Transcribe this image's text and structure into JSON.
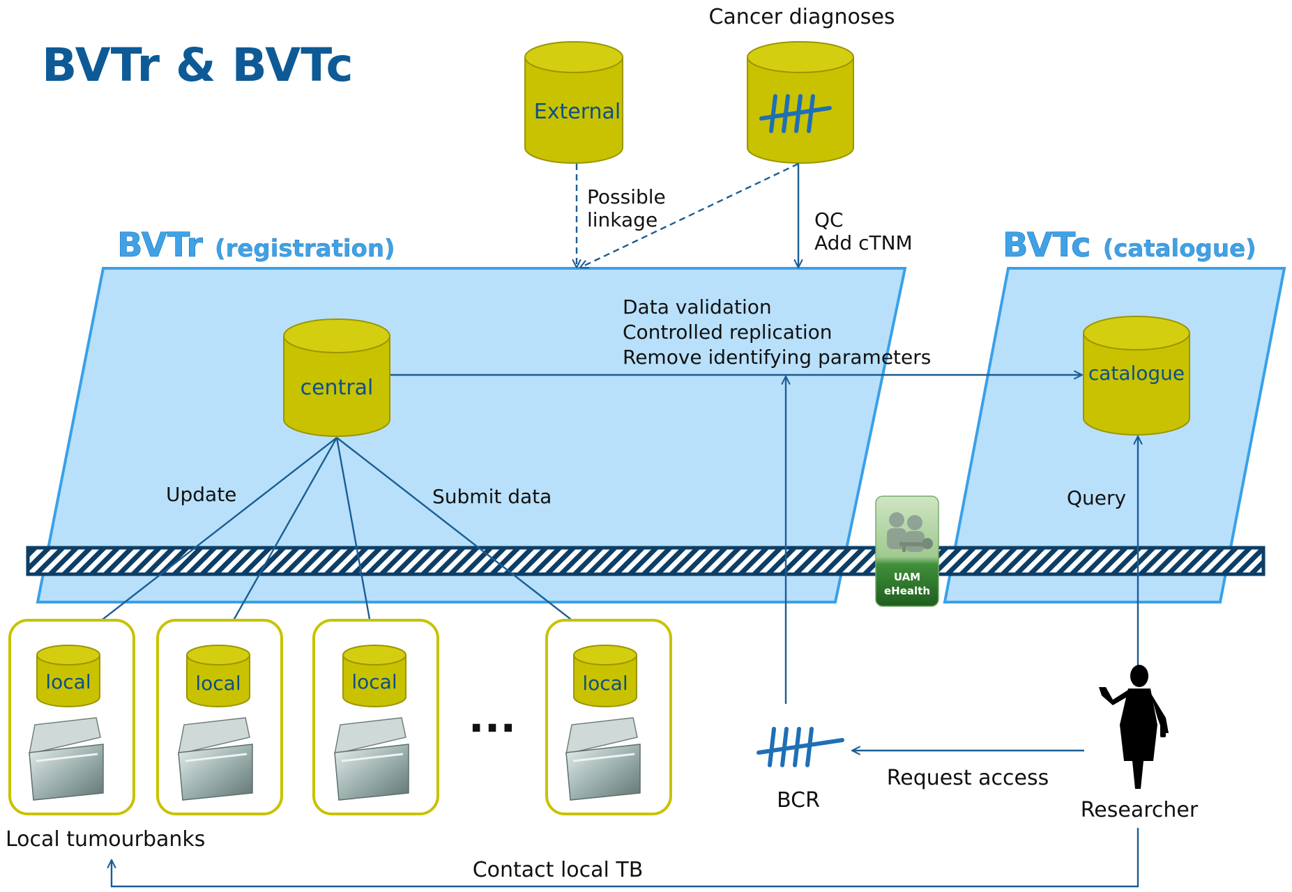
{
  "title": "BVTr & BVTc",
  "zones": {
    "registration": {
      "name": "BVTr",
      "qualifier": "(registration)"
    },
    "catalogue": {
      "name": "BVTc",
      "qualifier": "(catalogue)"
    }
  },
  "databases": {
    "external": "External",
    "cancer_diagnoses_caption": "Cancer diagnoses",
    "central": "central",
    "catalogue": "catalogue",
    "local": [
      "local",
      "local",
      "local",
      "local"
    ]
  },
  "annotations": {
    "possible_linkage": [
      "Possible",
      "linkage"
    ],
    "qc": [
      "QC",
      "Add cTNM"
    ],
    "validation": [
      "Data validation",
      "Controlled replication",
      "Remove identifying parameters"
    ],
    "update": "Update",
    "submit_data": "Submit data",
    "query": "Query",
    "request_access": "Request access",
    "contact_local_tb": "Contact local TB",
    "ellipsis": "..."
  },
  "nodes": {
    "bcr": "BCR",
    "researcher": "Researcher",
    "local_tumourbanks": "Local tumourbanks"
  },
  "uam_badge": [
    "UAM",
    "eHealth"
  ],
  "colors": {
    "title": "#0d5a96",
    "zone_fill": "#b8e0fa",
    "zone_border": "#3aa0e8",
    "cylinder": "#c8c200",
    "line": "#1a5d94",
    "badge": "#2e7a2e"
  },
  "icons": [
    "tally-marks-icon",
    "freezer-icon",
    "researcher-silhouette-icon",
    "users-key-icon"
  ]
}
